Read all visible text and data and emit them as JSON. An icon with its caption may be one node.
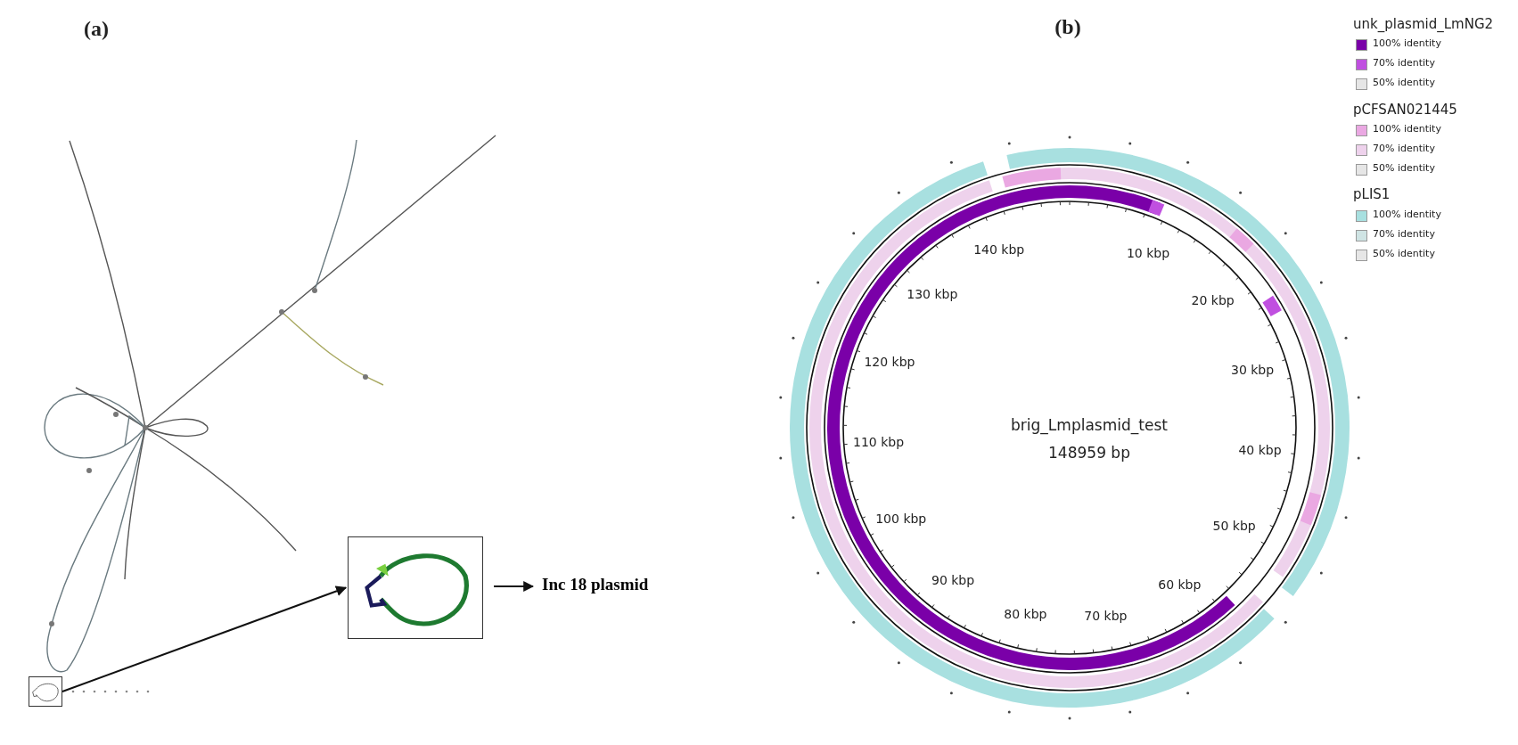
{
  "diagram": {
    "nodes": [
      {
        "text": [],
        "shape": "box"
      },
      {
        "text": [],
        "shape": "box"
      },
      {
        "text": [
          "Inc 18 plasmid"
        ]
      }
    ],
    "edges": [
      {
        "from": 0,
        "to": 1,
        "arrow": "to"
      },
      {
        "from": 1,
        "to": 2,
        "arrow": "to"
      }
    ],
    "labels": [
      "(a)",
      "(b)",
      "unk_plasmid_LmNG2",
      "pCFSAN021445",
      "pLIS1",
      "10 kbp",
      "20 kbp",
      "30 kbp",
      "40 kbp",
      "50 kbp",
      "60 kbp",
      "70 kbp",
      "80 kbp",
      "90 kbp",
      "100 kbp",
      "110 kbp",
      "120 kbp",
      "130 kbp",
      "140 kbp",
      "brig_Lmplasmid_test",
      "148959 bp"
    ],
    "legend": [
      {
        "text": "100% identity",
        "color": "#7a00a8"
      },
      {
        "text": "70% identity",
        "color": "#c050e0"
      },
      {
        "text": "50% identity",
        "color": "#e6e6e6"
      },
      {
        "text": "100% identity",
        "color": "#eaa8e2"
      },
      {
        "text": "70% identity",
        "color": "#eed2ec"
      },
      {
        "text": "50% identity",
        "color": "#e6e6e6"
      },
      {
        "text": "100% identity",
        "color": "#a8e0e0"
      },
      {
        "text": "70% identity",
        "color": "#cfe4e4"
      },
      {
        "text": "50% identity",
        "color": "#e6e6e6"
      }
    ]
  }
}
